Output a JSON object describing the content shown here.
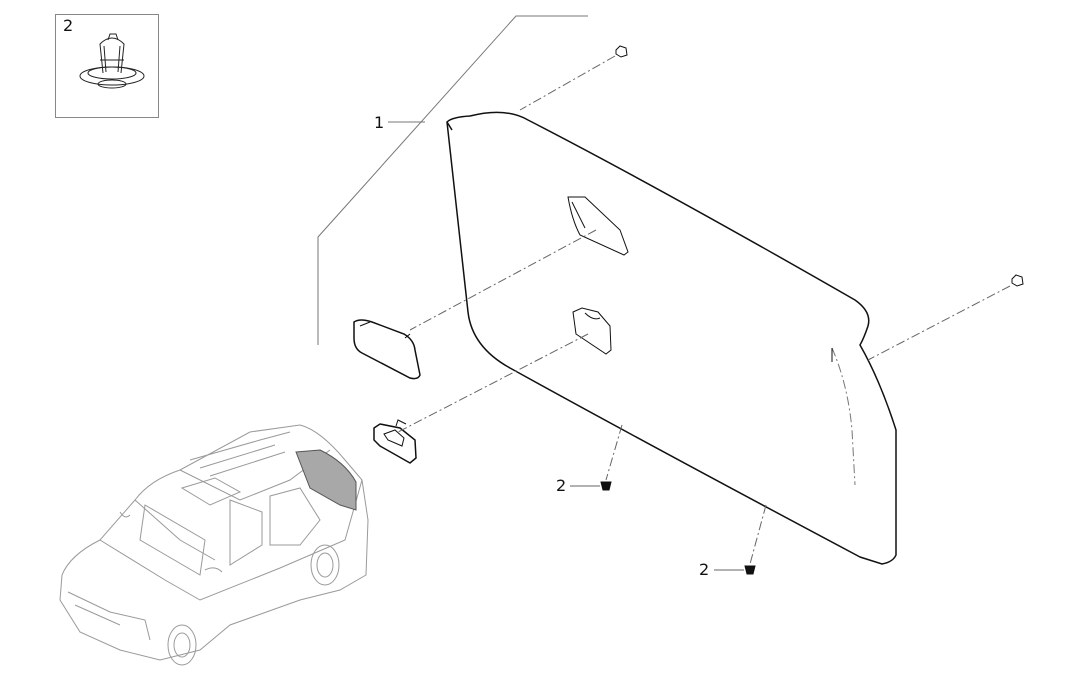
{
  "callouts": {
    "inset_label": "2",
    "trim_panel": "1",
    "clip_lower_left": "2",
    "clip_lower_right": "2"
  },
  "colors": {
    "line": "#111111",
    "leader": "#666666",
    "car_line": "#9a9a9a",
    "highlight": "#a8a8a8"
  },
  "icons": {
    "inset_part": "push-clip-fastener",
    "vehicle": "suv-rear-three-quarter-view"
  }
}
